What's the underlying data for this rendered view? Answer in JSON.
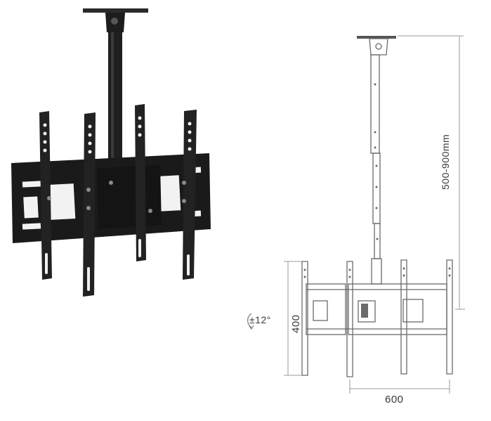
{
  "dimensions": {
    "height_range": "500-900mm",
    "vesa_height": "400",
    "vesa_width": "600",
    "tilt": "±12°"
  },
  "colors": {
    "product": "#1e1e1e",
    "line_art": "#6a6a6a",
    "dimension_line": "#9a9a9a",
    "label": "#3a3a3a"
  }
}
